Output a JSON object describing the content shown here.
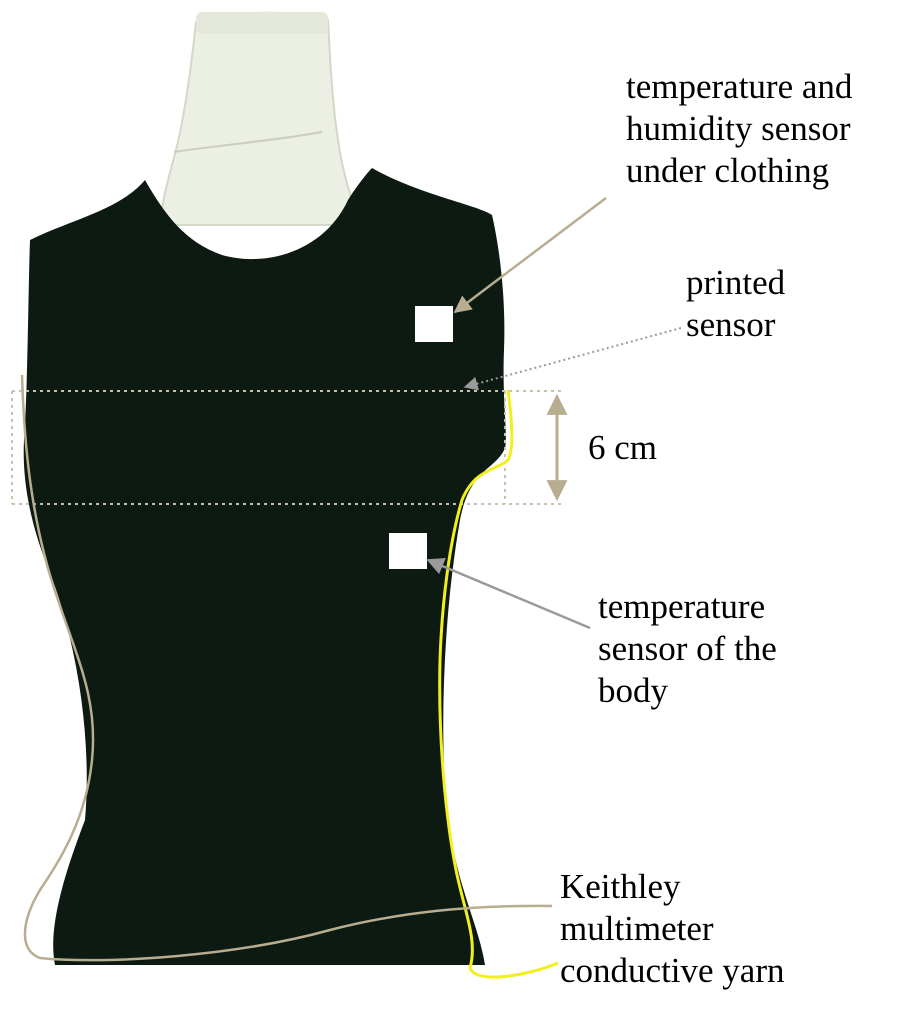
{
  "labels": {
    "humidity_sensor": [
      "temperature and",
      "humidity sensor",
      "under clothing"
    ],
    "printed_sensor": [
      "printed",
      "sensor"
    ],
    "width": "6 cm",
    "body_temp_sensor": [
      "temperature",
      "sensor of the",
      "body"
    ],
    "yarn": [
      "Keithley",
      "multimeter",
      "conductive yarn"
    ]
  },
  "colors": {
    "garment": "#0d1a12",
    "mannequin": "#ecefe3",
    "annotation": "#b8ad90",
    "pointer_gray": "#9a9a9a",
    "conductive_yarn": "#f2ef1c",
    "sensor_patch": "#ffffff"
  }
}
